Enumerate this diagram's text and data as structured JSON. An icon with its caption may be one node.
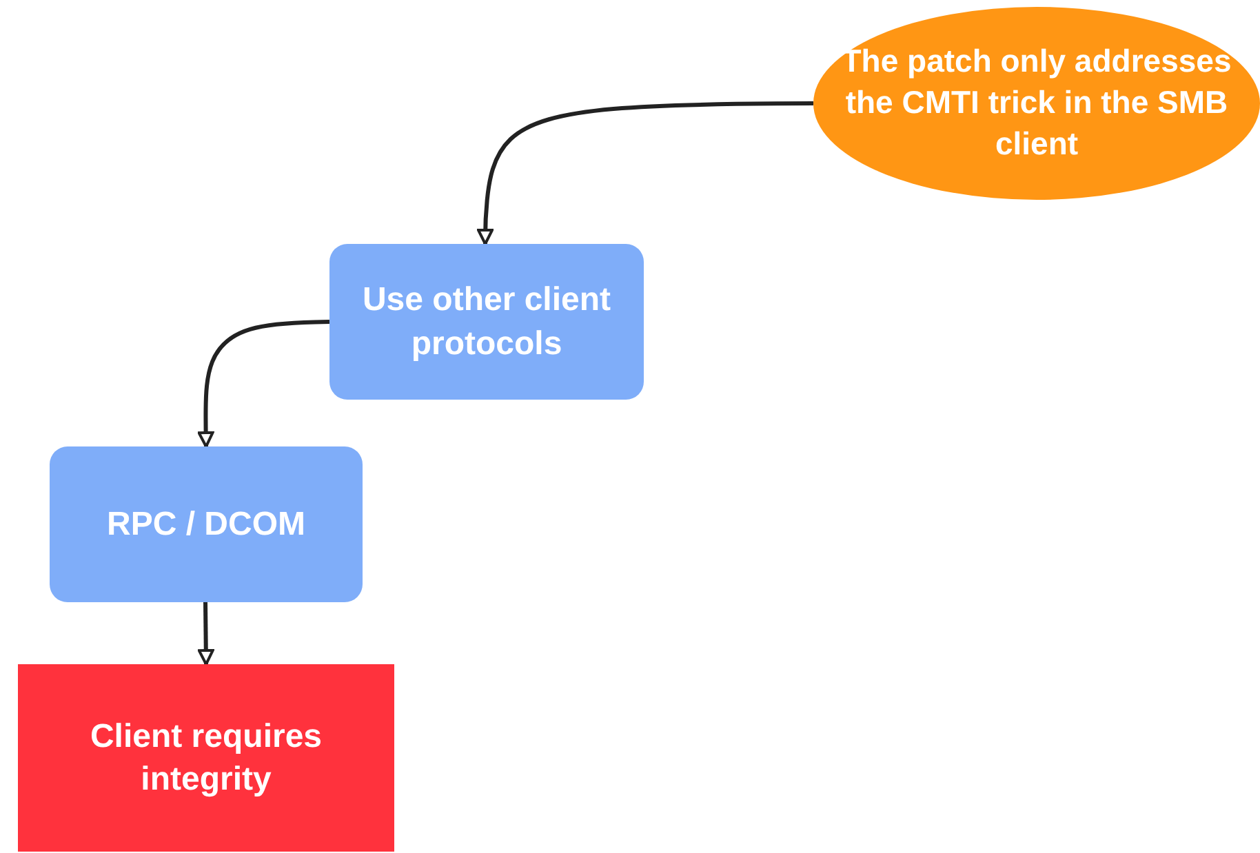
{
  "diagram": {
    "nodes": [
      {
        "text": [
          "The patch only addresses the CMTI trick in the SMB client"
        ]
      },
      {
        "text": [
          "Use other client protocols"
        ]
      },
      {
        "text": [
          "RPC / DCOM"
        ]
      },
      {
        "text": [
          "Client requires integrity"
        ]
      }
    ],
    "edges": [
      {
        "from": 0,
        "to": 1,
        "arrow": "to"
      },
      {
        "from": 1,
        "to": 2,
        "arrow": "to"
      },
      {
        "from": 2,
        "to": 3,
        "arrow": "to"
      }
    ]
  }
}
